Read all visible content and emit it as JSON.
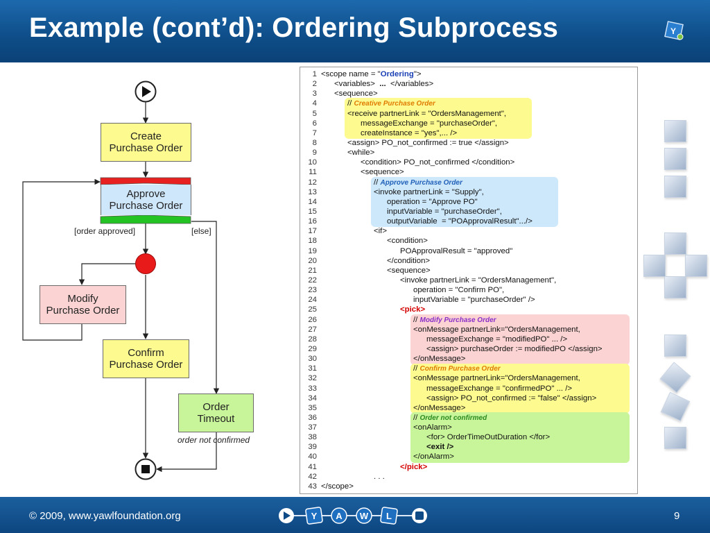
{
  "slide": {
    "title": "Example (cont’d): Ordering Subprocess",
    "footer_copyright": "© 2009, www.yawlfoundation.org",
    "page_number": "9",
    "footer_letters": [
      "Y",
      "A",
      "W",
      "L"
    ]
  },
  "diagram": {
    "tasks": {
      "create": "Create\nPurchase Order",
      "approve": "Approve\nPurchase Order",
      "modify": "Modify\nPurchase Order",
      "confirm": "Confirm\nPurchase Order",
      "timeout": "Order\nTimeout"
    },
    "conditions": {
      "order_approved": "[order approved]",
      "else": "[else]",
      "not_confirmed": "order not confirmed"
    },
    "colors": {
      "create": "#fdfb8f",
      "approve": "#cfe7fb",
      "modify": "#fbd3d3",
      "confirm": "#fdfb8f",
      "timeout": "#c9f59a",
      "split_red": "#e82020",
      "join_green": "#22c322"
    }
  },
  "code": {
    "lines": [
      {
        "n": "1",
        "i": 0,
        "parts": [
          [
            "<scope name = \"",
            ""
          ],
          [
            "Ordering",
            "blue"
          ],
          [
            "\">",
            ""
          ]
        ]
      },
      {
        "n": "2",
        "i": 1,
        "parts": [
          [
            "<variables>  ",
            ""
          ],
          [
            "...",
            "b"
          ],
          [
            "  </variables>",
            ""
          ]
        ]
      },
      {
        "n": "3",
        "i": 1,
        "parts": [
          [
            "<sequence>",
            ""
          ]
        ]
      },
      {
        "n": "4",
        "i": 2,
        "parts": [
          [
            "// ",
            ""
          ],
          [
            "Creative Purchase Order",
            "cm-orange"
          ]
        ]
      },
      {
        "n": "5",
        "i": 2,
        "parts": [
          [
            "<receive partnerLink = \"OrdersManagement\",",
            ""
          ]
        ]
      },
      {
        "n": "6",
        "i": 3,
        "parts": [
          [
            "messageExchange = \"purchaseOrder\",",
            ""
          ]
        ]
      },
      {
        "n": "7",
        "i": 3,
        "parts": [
          [
            "createInstance = \"yes\",... />",
            ""
          ]
        ]
      },
      {
        "n": "8",
        "i": 2,
        "parts": [
          [
            "<assign> PO_not_confirmed := true </assign>",
            ""
          ]
        ]
      },
      {
        "n": "9",
        "i": 2,
        "parts": [
          [
            "<while>",
            ""
          ]
        ]
      },
      {
        "n": "10",
        "i": 3,
        "parts": [
          [
            "<condition> PO_not_confirmed </condition>",
            ""
          ]
        ]
      },
      {
        "n": "11",
        "i": 3,
        "parts": [
          [
            "<sequence>",
            ""
          ]
        ]
      },
      {
        "n": "12",
        "i": 4,
        "parts": [
          [
            "// ",
            ""
          ],
          [
            "Approve Purchase Order",
            "cm-blue"
          ]
        ]
      },
      {
        "n": "13",
        "i": 4,
        "parts": [
          [
            "<invoke partnerLink = \"Supply\",",
            ""
          ]
        ]
      },
      {
        "n": "14",
        "i": 5,
        "parts": [
          [
            "operation = \"Approve PO\"",
            ""
          ]
        ]
      },
      {
        "n": "15",
        "i": 5,
        "parts": [
          [
            "inputVariable = \"purchaseOrder\",",
            ""
          ]
        ]
      },
      {
        "n": "16",
        "i": 5,
        "parts": [
          [
            "outputVariable  = \"POApprovalResult\".../>",
            ""
          ]
        ]
      },
      {
        "n": "17",
        "i": 4,
        "parts": [
          [
            "<if>",
            ""
          ]
        ]
      },
      {
        "n": "18",
        "i": 5,
        "parts": [
          [
            "<condition>",
            ""
          ]
        ]
      },
      {
        "n": "19",
        "i": 6,
        "parts": [
          [
            "POApprovalResult = \"approved\"",
            ""
          ]
        ]
      },
      {
        "n": "20",
        "i": 5,
        "parts": [
          [
            "</condition>",
            ""
          ]
        ]
      },
      {
        "n": "21",
        "i": 5,
        "parts": [
          [
            "<sequence>",
            ""
          ]
        ]
      },
      {
        "n": "22",
        "i": 6,
        "parts": [
          [
            "<invoke partnerLink = \"OrdersManagement\",",
            ""
          ]
        ]
      },
      {
        "n": "23",
        "i": 7,
        "parts": [
          [
            "operation = \"Confirm PO\",",
            ""
          ]
        ]
      },
      {
        "n": "24",
        "i": 7,
        "parts": [
          [
            "inputVariable = \"purchaseOrder\" />",
            ""
          ]
        ]
      },
      {
        "n": "25",
        "i": 6,
        "parts": [
          [
            "<pick>",
            "red"
          ]
        ]
      },
      {
        "n": "26",
        "i": 7,
        "parts": [
          [
            "// ",
            ""
          ],
          [
            "Modify Purchase Order",
            "cm-purple"
          ]
        ]
      },
      {
        "n": "27",
        "i": 7,
        "parts": [
          [
            "<onMessage partnerLink=\"OrdersManagement,",
            ""
          ]
        ]
      },
      {
        "n": "28",
        "i": 8,
        "parts": [
          [
            "messageExchange = \"modifiedPO\" ... />",
            ""
          ]
        ]
      },
      {
        "n": "29",
        "i": 8,
        "parts": [
          [
            "<assign> purchaseOrder := modifiedPO </assign>",
            ""
          ]
        ]
      },
      {
        "n": "30",
        "i": 7,
        "parts": [
          [
            "</onMessage>",
            ""
          ]
        ]
      },
      {
        "n": "31",
        "i": 7,
        "parts": [
          [
            "// ",
            ""
          ],
          [
            "Confirm Purchase Order",
            "cm-orange"
          ]
        ]
      },
      {
        "n": "32",
        "i": 7,
        "parts": [
          [
            "<onMessage partnerLink=\"OrdersManagement,",
            ""
          ]
        ]
      },
      {
        "n": "33",
        "i": 8,
        "parts": [
          [
            "messageExchange = \"confirmedPO\" ... />",
            ""
          ]
        ]
      },
      {
        "n": "34",
        "i": 8,
        "parts": [
          [
            "<assign> PO_not_confirmed := \"false\" </assign>",
            ""
          ]
        ]
      },
      {
        "n": "35",
        "i": 7,
        "parts": [
          [
            "</onMessage>",
            ""
          ]
        ]
      },
      {
        "n": "36",
        "i": 7,
        "parts": [
          [
            "// ",
            ""
          ],
          [
            "Order not confirmed",
            "cm-green"
          ]
        ]
      },
      {
        "n": "37",
        "i": 7,
        "parts": [
          [
            "<onAlarm>",
            ""
          ]
        ]
      },
      {
        "n": "38",
        "i": 8,
        "parts": [
          [
            "<for> OrderTimeOutDuration </for>",
            ""
          ]
        ]
      },
      {
        "n": "39",
        "i": 8,
        "parts": [
          [
            "<exit />",
            "b"
          ]
        ]
      },
      {
        "n": "40",
        "i": 7,
        "parts": [
          [
            "</onAlarm>",
            ""
          ]
        ]
      },
      {
        "n": "41",
        "i": 6,
        "parts": [
          [
            "</pick>",
            "red"
          ]
        ]
      },
      {
        "n": "42",
        "i": 4,
        "parts": [
          [
            ". . .",
            ""
          ]
        ]
      },
      {
        "n": "43",
        "i": 0,
        "parts": [
          [
            "</scope>",
            ""
          ]
        ]
      }
    ],
    "highlights": [
      {
        "from": 4,
        "to": 7,
        "color": "#fdfb8f"
      },
      {
        "from": 12,
        "to": 16,
        "color": "#cde8fb"
      },
      {
        "from": 26,
        "to": 30,
        "color": "#fbd3d3"
      },
      {
        "from": 31,
        "to": 35,
        "color": "#fdfb8f"
      },
      {
        "from": 36,
        "to": 40,
        "color": "#c9f59a"
      }
    ],
    "comment_colors": {
      "cm-orange": "#e07a00",
      "cm-blue": "#1f5fb8",
      "cm-purple": "#8b2fc9",
      "cm-green": "#2a8a1e"
    }
  }
}
